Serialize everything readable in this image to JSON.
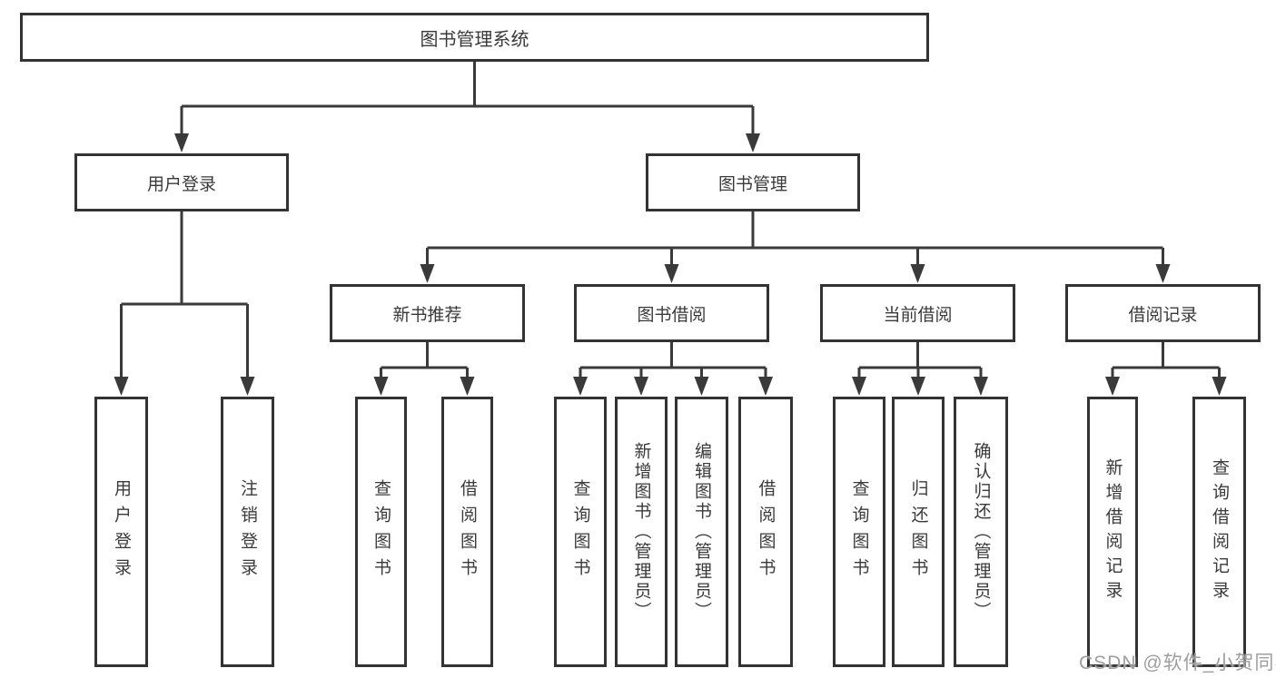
{
  "tree": {
    "root": {
      "label": "图书管理系统",
      "children": [
        {
          "label": "用户登录",
          "children": [
            {
              "label": "用户登录"
            },
            {
              "label": "注销登录"
            }
          ]
        },
        {
          "label": "图书管理",
          "children": [
            {
              "label": "新书推荐",
              "children": [
                {
                  "label": "查询图书"
                },
                {
                  "label": "借阅图书"
                }
              ]
            },
            {
              "label": "图书借阅",
              "children": [
                {
                  "label": "查询图书"
                },
                {
                  "label": "新增图书（管理员）"
                },
                {
                  "label": "编辑图书（管理员）"
                },
                {
                  "label": "借阅图书"
                }
              ]
            },
            {
              "label": "当前借阅",
              "children": [
                {
                  "label": "查询图书"
                },
                {
                  "label": "归还图书"
                },
                {
                  "label": "确认归还（管理员）"
                }
              ]
            },
            {
              "label": "借阅记录",
              "children": [
                {
                  "label": "新增借阅记录"
                },
                {
                  "label": "查询借阅记录"
                }
              ]
            }
          ]
        }
      ]
    }
  },
  "watermark": {
    "text": "CSDN @软件_小贺同学"
  },
  "colors": {
    "line": "#3a3a3a",
    "box_border": "#333333",
    "text": "#3a3a3a",
    "watermark": "#9e9e9e",
    "background": "#ffffff"
  }
}
